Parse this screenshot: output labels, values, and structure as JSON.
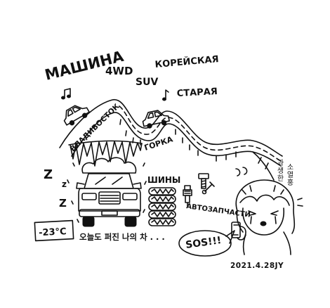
{
  "labels": {
    "mashina": "МАШИНА",
    "fourwd": "4WD",
    "koreiskaya": "КОРЕЙСКАЯ",
    "suv": "SUV",
    "staraya": "СТАРАЯ",
    "vladivostok": "ВЛАДИВОСТОК",
    "gorka": "ГОРКА",
    "shiny": "ШИНЫ",
    "avtozapchasti": "АВТОЗАПЧАСТИ",
    "temperature": "-23°C",
    "caption": "오늘도 퍼진 나의 차 . . .",
    "sos": "SOS!!!",
    "signature": "2021.4.28JY",
    "side_note_1": "과생한",
    "side_note_2": "소열홍",
    "sleep": [
      "Z",
      "z",
      "Z"
    ]
  },
  "icons": {
    "note_left": "music-note-icon",
    "note_right": "music-note-icon",
    "phone": "phone-icon"
  },
  "colors": {
    "ink": "#111111",
    "paper": "#ffffff"
  }
}
